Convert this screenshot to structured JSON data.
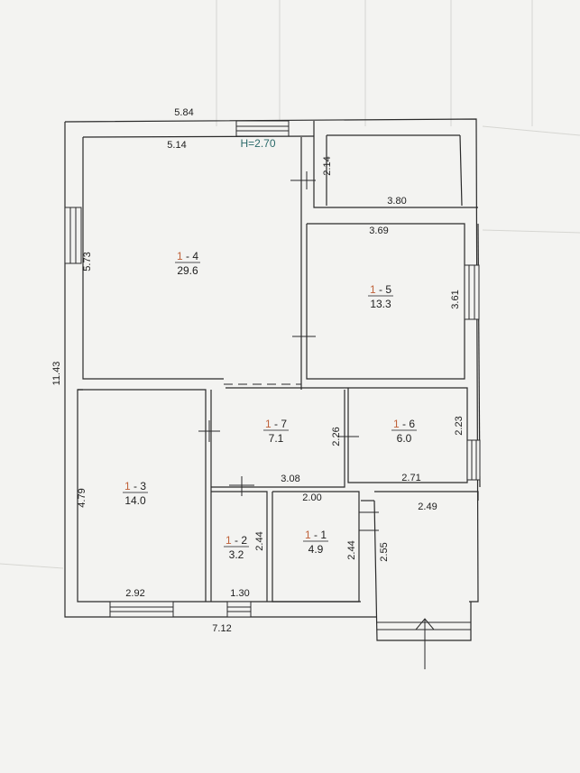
{
  "colors": {
    "room_prefix": "#c0623a",
    "height": "#2b6a6a",
    "ink": "#1d1d1d",
    "paper": "#f3f3f1"
  },
  "height_label": "H=2.70",
  "dimensions": {
    "outer_top": "5.84",
    "inner_top": "5.14",
    "left_upper": "5.73",
    "left_total": "11.43",
    "corridor_small": "2.14",
    "top_right_room": "3.80",
    "room5_top": "3.69",
    "room5_right": "3.61",
    "room7_side": "2.26",
    "room6_right": "2.23",
    "room6_bottom": "2.71",
    "room7_bottom": "3.08",
    "room1_top": "2.00",
    "porch_top": "2.49",
    "room3_left": "4.79",
    "room2_right": "2.44",
    "room1_left": "2.44",
    "porch_left": "2.55",
    "room3_bottom": "2.92",
    "room2_bottom": "1.30",
    "bottom_total": "7.12"
  },
  "rooms": [
    {
      "id": "room-4",
      "prefix": "1",
      "sep": " - ",
      "num": "4",
      "area": "29.6"
    },
    {
      "id": "room-5",
      "prefix": "1",
      "sep": " - ",
      "num": "5",
      "area": "13.3"
    },
    {
      "id": "room-7",
      "prefix": "1",
      "sep": " - ",
      "num": "7",
      "area": "7.1"
    },
    {
      "id": "room-6",
      "prefix": "1",
      "sep": " - ",
      "num": "6",
      "area": "6.0"
    },
    {
      "id": "room-3",
      "prefix": "1",
      "sep": " - ",
      "num": "3",
      "area": "14.0"
    },
    {
      "id": "room-2",
      "prefix": "1",
      "sep": " - ",
      "num": "2",
      "area": "3.2"
    },
    {
      "id": "room-1",
      "prefix": "1",
      "sep": " - ",
      "num": "1",
      "area": "4.9"
    }
  ]
}
